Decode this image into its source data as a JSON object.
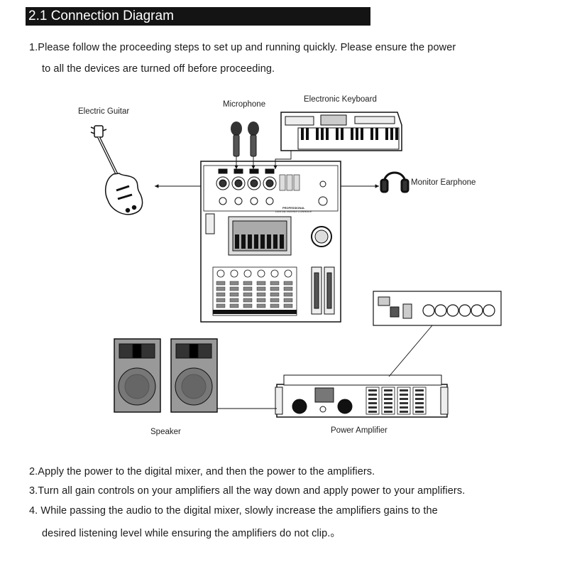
{
  "section": {
    "title": "2.1 Connection Diagram"
  },
  "intro": {
    "line1": "1.Please follow the proceeding steps to set up and running quickly. Please ensure the power",
    "line2": "to all the devices are turned off before proceeding."
  },
  "diagram": {
    "labels": {
      "guitar": "Electric Guitar",
      "microphone": "Microphone",
      "keyboard": "Electronic Keyboard",
      "earphone": "Monitor Earphone",
      "speaker": "Speaker",
      "amplifier": "Power Amplifier"
    },
    "mixer_text": {
      "brand": "PROFESSIONAL",
      "subtitle": "DIGITAL MIXING CONSOLE"
    }
  },
  "steps": {
    "step2": "2.Apply the power to the digital mixer, and then the power to the amplifiers.",
    "step3": "3.Turn all gain controls on your amplifiers all the way down and apply power to your amplifiers.",
    "step4_line1": "4. While passing the audio to the digital mixer, slowly increase the amplifiers gains to the",
    "step4_line2": "desired listening level while ensuring the amplifiers do not clip.。"
  }
}
